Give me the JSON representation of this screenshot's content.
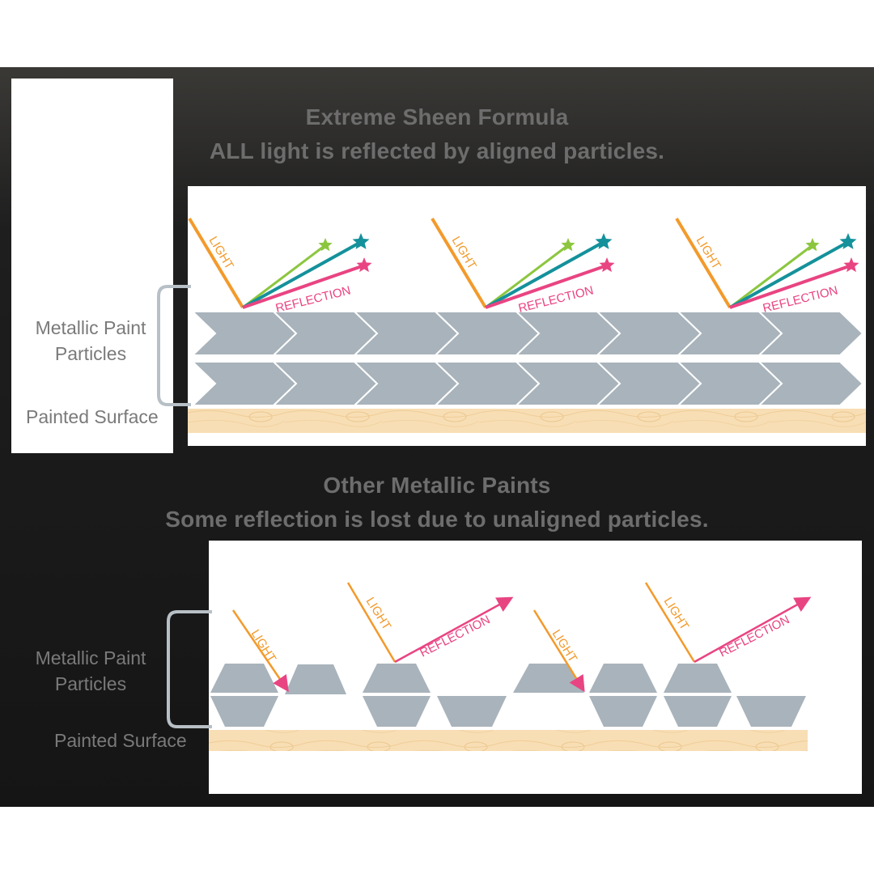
{
  "top_section": {
    "title": "Extreme Sheen Formula",
    "subtitle": "ALL light is reflected by aligned particles.",
    "particles_label_line1": "Metallic Paint",
    "particles_label_line2": "Particles",
    "surface_label": "Painted Surface",
    "light_label": "LIGHT",
    "reflection_label": "REFLECTION"
  },
  "bottom_section": {
    "title": "Other Metallic Paints",
    "subtitle": "Some reflection is lost due to unaligned particles.",
    "particles_label_line1": "Metallic Paint",
    "particles_label_line2": "Particles",
    "surface_label": "Painted Surface",
    "light_label": "LIGHT",
    "reflection_label": "REFLECTION"
  },
  "colors": {
    "light_ray": "#f39a2b",
    "reflection_green": "#8cc63f",
    "reflection_teal": "#14919b",
    "reflection_pink": "#e94482",
    "particle": "#a8b3bb",
    "wood": "#f8deb4",
    "bracket": "#b7c0c6",
    "heading": "#6d6d6d"
  }
}
